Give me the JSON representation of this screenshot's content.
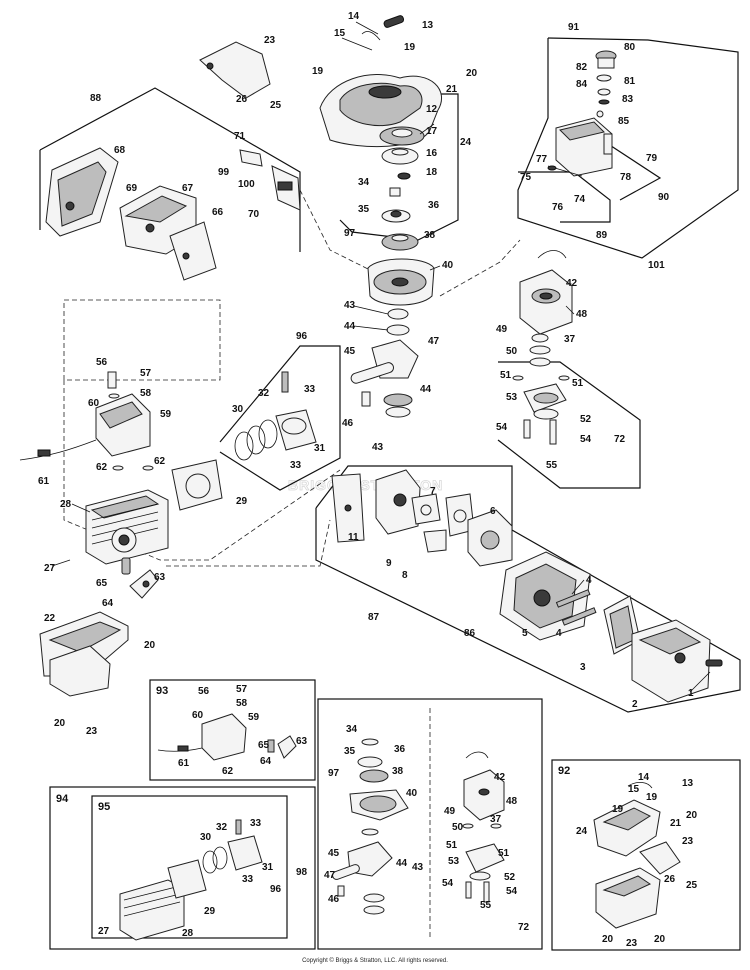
{
  "diagram": {
    "watermark": "BRIGGS&STRATTON",
    "copyright": "Copyright © Briggs & Stratton, LLC. All rights reserved.",
    "callouts": {
      "c1": "1",
      "c2": "2",
      "c3": "3",
      "c4a": "4",
      "c4b": "4",
      "c5": "5",
      "c6": "6",
      "c7": "7",
      "c8": "8",
      "c9": "9",
      "c11": "11",
      "c12": "12",
      "c13": "13",
      "c14": "14",
      "c15": "15",
      "c16": "16",
      "c17": "17",
      "c18": "18",
      "c19a": "19",
      "c19b": "19",
      "c20a": "20",
      "c20b": "20",
      "c20c": "20",
      "c21": "21",
      "c22": "22",
      "c23a": "23",
      "c23b": "23",
      "c24": "24",
      "c25": "25",
      "c26": "26",
      "c27": "27",
      "c28": "28",
      "c29": "29",
      "c30": "30",
      "c31": "31",
      "c32": "32",
      "c33a": "33",
      "c33b": "33",
      "c34": "34",
      "c35": "35",
      "c36": "36",
      "c37": "37",
      "c38": "38",
      "c40": "40",
      "c42": "42",
      "c43a": "43",
      "c43b": "43",
      "c44a": "44",
      "c44b": "44",
      "c45": "45",
      "c46": "46",
      "c47": "47",
      "c48": "48",
      "c49": "49",
      "c50": "50",
      "c51a": "51",
      "c51b": "51",
      "c52": "52",
      "c53": "53",
      "c54a": "54",
      "c54b": "54",
      "c55": "55",
      "c56": "56",
      "c57": "57",
      "c58": "58",
      "c59": "59",
      "c60": "60",
      "c61": "61",
      "c62a": "62",
      "c62b": "62",
      "c63": "63",
      "c64": "64",
      "c65": "65",
      "c66": "66",
      "c67": "67",
      "c68": "68",
      "c69": "69",
      "c70": "70",
      "c71": "71",
      "c72": "72",
      "c74": "74",
      "c75": "75",
      "c76": "76",
      "c77": "77",
      "c78": "78",
      "c79": "79",
      "c80": "80",
      "c81": "81",
      "c82": "82",
      "c83": "83",
      "c84": "84",
      "c85": "85",
      "c86": "86",
      "c87": "87",
      "c88": "88",
      "c89": "89",
      "c90": "90",
      "c91": "91",
      "c96": "96",
      "c97": "97",
      "c99": "99",
      "c100": "100",
      "c101": "101"
    },
    "kits": {
      "k92": "92",
      "k93": "93",
      "k94": "94",
      "k95": "95",
      "b93": {
        "56": "56",
        "57": "57",
        "58": "58",
        "59": "59",
        "60": "60",
        "61": "61",
        "62": "62",
        "63": "63",
        "64": "64",
        "65": "65"
      },
      "b95": {
        "27": "27",
        "28": "28",
        "29": "29",
        "30": "30",
        "31": "31",
        "32": "32",
        "33a": "33",
        "33b": "33",
        "96": "96"
      },
      "b94": {
        "34": "34",
        "35": "35",
        "36": "36",
        "37": "37",
        "38": "38",
        "40": "40",
        "42": "42",
        "43": "43",
        "44": "44",
        "45": "45",
        "46": "46",
        "47": "47",
        "48": "48",
        "49": "49",
        "50": "50",
        "51a": "51",
        "51b": "51",
        "52": "52",
        "53": "53",
        "54a": "54",
        "54b": "54",
        "55": "55",
        "72": "72",
        "97": "97",
        "98": "98"
      },
      "b92": {
        "13": "13",
        "14": "14",
        "15": "15",
        "19a": "19",
        "19b": "19",
        "20a": "20",
        "20b": "20",
        "20c": "20",
        "21": "21",
        "23a": "23",
        "23b": "23",
        "24": "24",
        "25": "25",
        "26": "26"
      }
    }
  }
}
